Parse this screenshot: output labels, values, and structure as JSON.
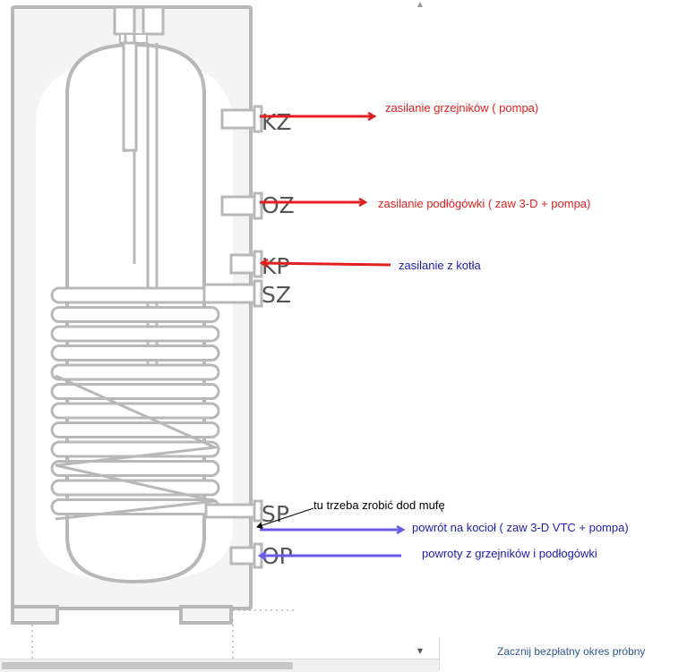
{
  "ports": [
    {
      "id": "kz",
      "label": "KZ"
    },
    {
      "id": "oz",
      "label": "OZ"
    },
    {
      "id": "kp",
      "label": "KP"
    },
    {
      "id": "sz",
      "label": "SZ"
    },
    {
      "id": "sp",
      "label": "SP"
    },
    {
      "id": "op",
      "label": "OP"
    }
  ],
  "annotations": [
    {
      "id": "kz",
      "text": "zasilanie grzejników ( pompa)",
      "color": "#e02020",
      "direction": "out"
    },
    {
      "id": "oz",
      "text": "zasilanie podłógówki ( zaw 3-D + pompa)",
      "color": "#e02020",
      "direction": "out"
    },
    {
      "id": "kp",
      "text": "zasilanie z kotła",
      "color": "#2020b0",
      "arrow_color": "#e02020",
      "direction": "in"
    },
    {
      "id": "sp",
      "text": "powrót na kocioł ( zaw 3-D VTC + pompa)",
      "color": "#2020b0",
      "arrow_color": "#6a5ae8",
      "direction": "out"
    },
    {
      "id": "op",
      "text": "powroty z grzejników i podłogówki",
      "color": "#2020b0",
      "arrow_color": "#6a5ae8",
      "direction": "in"
    }
  ],
  "note": {
    "text": "tu trzeba zrobić dod mufę",
    "color": "#000000"
  },
  "footer": {
    "trial_link": "Zacznij bezpłatny okres próbny"
  },
  "colors": {
    "outline": "#b8b8b8",
    "tank_fill": "#ffffff",
    "jacket_fill": "#f4f4f4",
    "port_label": "#555555"
  }
}
